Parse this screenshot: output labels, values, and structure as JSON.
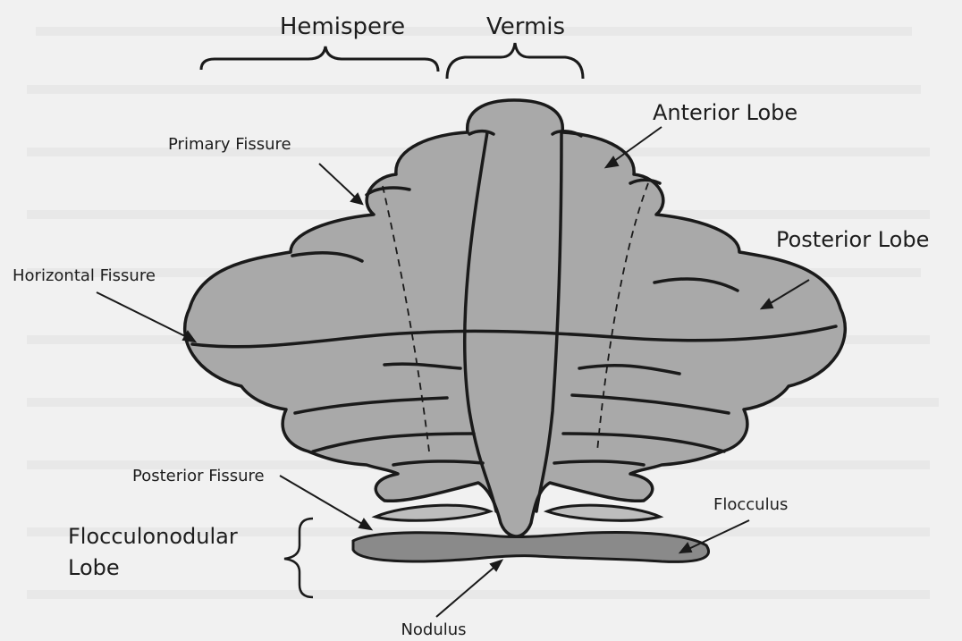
{
  "labels": {
    "hemisphere": "Hemispere",
    "vermis": "Vermis",
    "anterior_lobe": "Anterior Lobe",
    "primary_fissure": "Primary Fissure",
    "posterior_lobe": "Posterior Lobe",
    "horizontal_fissure": "Horizontal Fissure",
    "posterior_fissure": "Posterior Fissure",
    "flocculus": "Flocculus",
    "flocculonodular_lobe_line1": "Flocculonodular",
    "flocculonodular_lobe_line2": "Lobe",
    "nodulus": "Nodulus"
  },
  "colors": {
    "background": "#f1f1f1",
    "tissue_fill": "#a9a9a9",
    "flocculonodular_fill": "#8a8a8a",
    "outline": "#1a1a1a"
  }
}
